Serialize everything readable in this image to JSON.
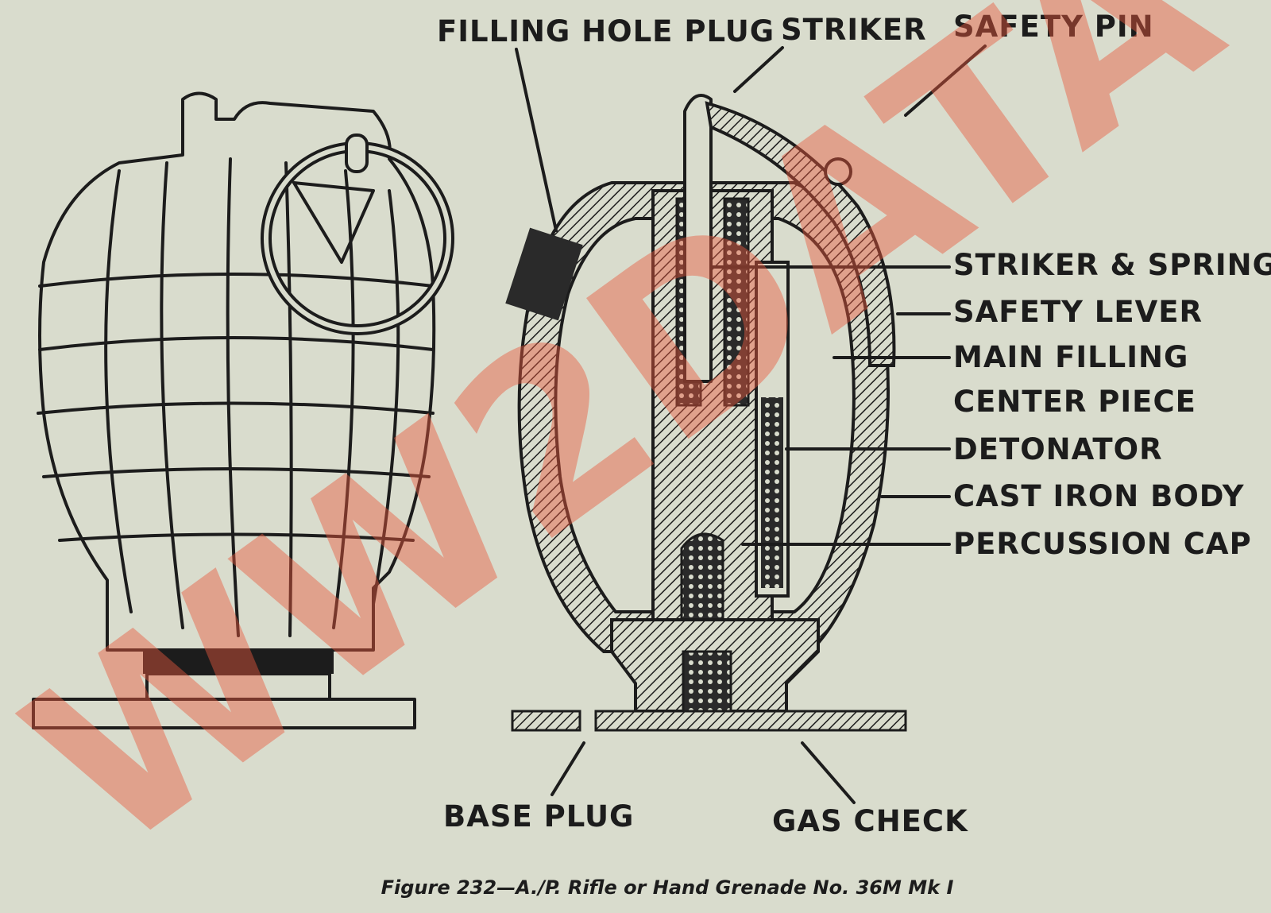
{
  "labels": {
    "filling_hole_plug": "FILLING HOLE PLUG",
    "striker": "STRIKER",
    "safety_pin": "SAFETY PIN",
    "striker_spring": "STRIKER & SPRING",
    "safety_lever": "SAFETY LEVER",
    "main_filling": "MAIN FILLING",
    "center_piece": "CENTER PIECE",
    "detonator": "DETONATOR",
    "cast_iron_body": "CAST IRON BODY",
    "percussion_cap": "PERCUSSION CAP",
    "base_plug": "BASE PLUG",
    "gas_check": "GAS CHECK"
  },
  "caption": "Figure 232—A./P. Rifle or Hand Grenade No. 36M Mk I",
  "watermark": "WW2DATA",
  "colors": {
    "background": "#d9dccd",
    "ink": "#1c1c1c",
    "watermark": "#e8583f"
  }
}
